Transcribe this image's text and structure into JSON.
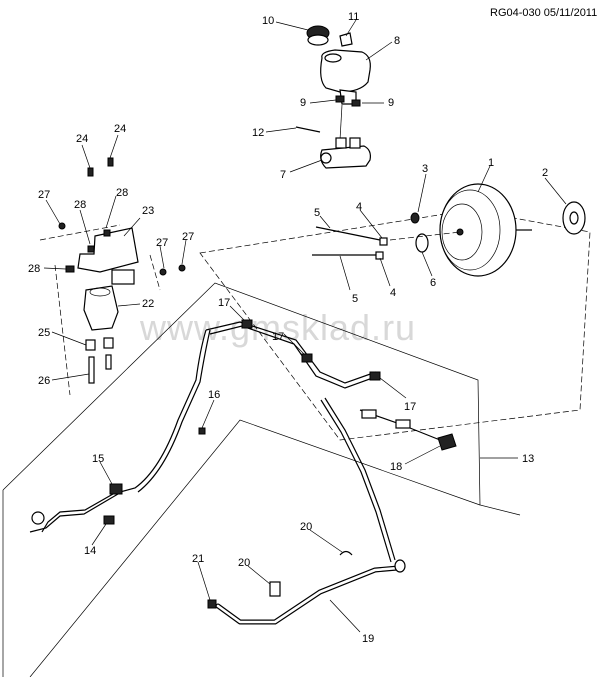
{
  "header": {
    "ref": "RG04-030 05/11/2011"
  },
  "watermark": "www.gmsklad.ru",
  "callouts": [
    "10",
    "11",
    "8",
    "9",
    "9",
    "12",
    "7",
    "3",
    "1",
    "2",
    "5",
    "4",
    "6",
    "5",
    "4",
    "24",
    "24",
    "27",
    "28",
    "28",
    "23",
    "27",
    "27",
    "28",
    "22",
    "25",
    "26",
    "17",
    "17",
    "16",
    "17",
    "13",
    "18",
    "15",
    "14",
    "20",
    "21",
    "20",
    "19"
  ]
}
